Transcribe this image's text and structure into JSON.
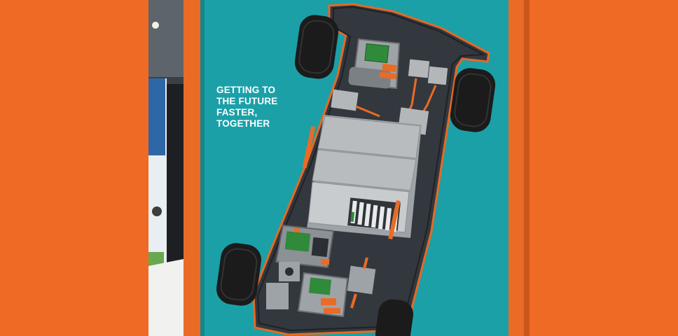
{
  "display": {
    "tagline_lines": [
      "GETTING TO",
      "THE FUTURE",
      "FASTER,",
      "TOGETHER"
    ]
  },
  "colors": {
    "background_orange": "#ef6a24",
    "panel_teal": "#1ba0a8",
    "chassis_dark": "#33383e",
    "accent_orange": "#ea6b25",
    "tire_black": "#1b1b1b",
    "module_gray": "#b3b7ba"
  }
}
